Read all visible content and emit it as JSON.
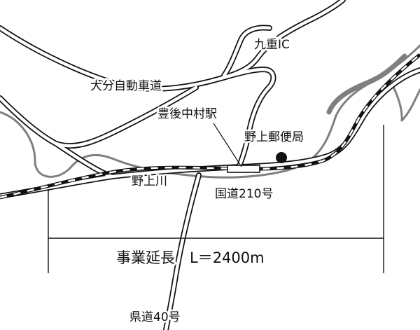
{
  "labels": {
    "kokonoe_ic": "九重IC",
    "expressway": "大分自動車道",
    "station": "豊後中村駅",
    "post_office": "野上郵便局",
    "river": "野上川",
    "national_road": "国道210号",
    "project_length": "事業延長　L＝2400m",
    "prefectural_road": "県道40号"
  },
  "colors": {
    "river": "#7f7f7f",
    "road_outline": "#111111",
    "road_fill": "#ffffff",
    "rail": "#111111",
    "marker": "#111111"
  },
  "icons": {
    "post_office": "filled-circle-icon",
    "station": "station-rectangle-icon"
  }
}
